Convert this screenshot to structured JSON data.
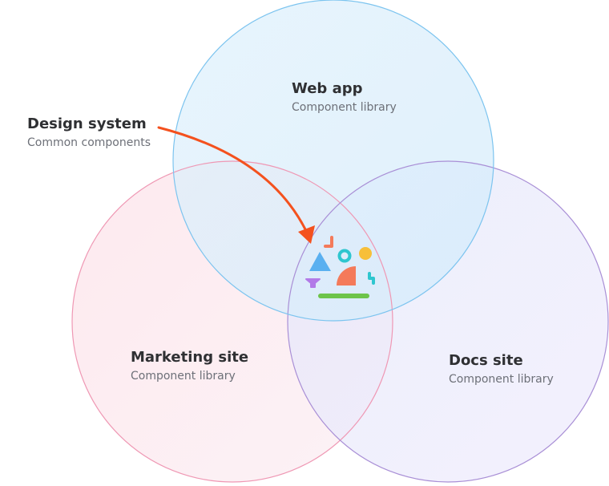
{
  "annotation": {
    "title": "Design system",
    "subtitle": "Common components",
    "arrow_color": "#f4511e"
  },
  "circles": [
    {
      "key": "web",
      "title": "Web app",
      "subtitle": "Component library",
      "stroke": "#7cc4ef",
      "fill": "#dcefff"
    },
    {
      "key": "marketing",
      "title": "Marketing site",
      "subtitle": "Component library",
      "stroke": "#ef98b4",
      "fill": "#fde6ec"
    },
    {
      "key": "docs",
      "title": "Docs site",
      "subtitle": "Component library",
      "stroke": "#a98fd6",
      "fill": "#e7e4fb"
    }
  ],
  "shape_colors": {
    "triangle": "#5ab0f0",
    "ring": "#2ec6cf",
    "dot": "#f7bf3a",
    "quarter": "#f47a5a",
    "corner": "#f47a5a",
    "squiggle": "#2ec6cf",
    "funnel": "#b27ae8",
    "bar": "#6dc44a"
  }
}
